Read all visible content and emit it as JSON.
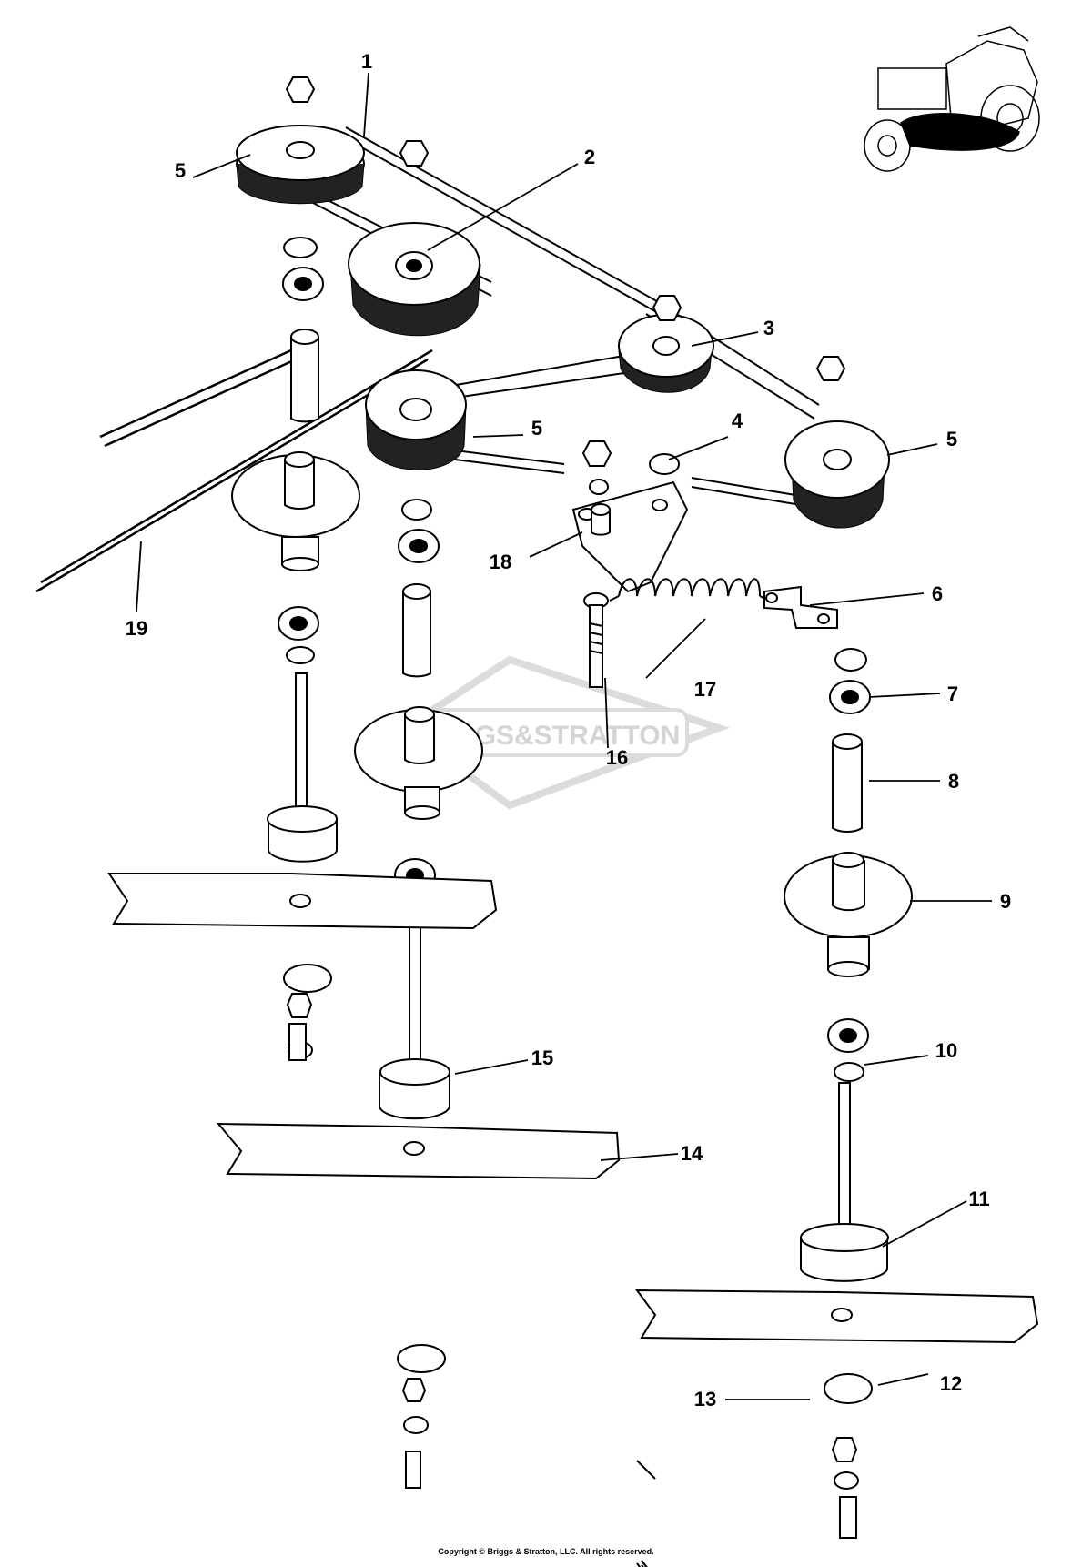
{
  "watermark": {
    "text": "BRIGGS&STRATTON",
    "color": "#d8d8d8"
  },
  "copyright": "Copyright © Briggs & Stratton, LLC. All rights reserved.",
  "callouts": {
    "c1": "1",
    "c2": "2",
    "c3": "3",
    "c4": "4",
    "c5a": "5",
    "c5b": "5",
    "c5c": "5",
    "c6": "6",
    "c7": "7",
    "c8": "8",
    "c9": "9",
    "c10": "10",
    "c11": "11",
    "c12": "12",
    "c13": "13",
    "c14": "14",
    "c15": "15",
    "c16": "16",
    "c17": "17",
    "c18": "18",
    "c19": "19"
  },
  "icons": [
    "hex-nut-icon",
    "pulley-icon",
    "bearing-icon",
    "spacer-icon",
    "spindle-housing-icon",
    "shaft-icon",
    "blade-icon",
    "spring-icon",
    "bolt-icon",
    "tractor-thumbnail-icon"
  ]
}
